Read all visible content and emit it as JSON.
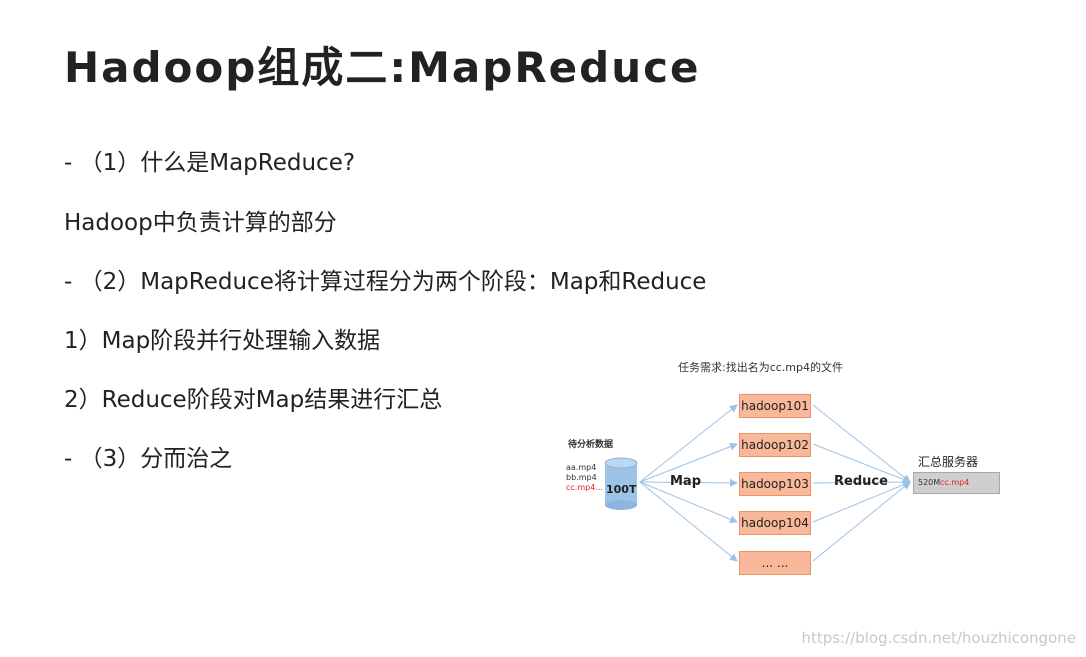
{
  "slide": {
    "title": "Hadoop组成二:MapReduce",
    "lines": [
      "- （1）什么是MapReduce?",
      "Hadoop中负责计算的部分",
      "- （2）MapReduce将计算过程分为两个阶段：Map和Reduce",
      "1）Map阶段并行处理输入数据",
      "2）Reduce阶段对Map结果进行汇总",
      "- （3）分而治之"
    ]
  },
  "diagram": {
    "task_label": "任务需求:找出名为cc.mp4的文件",
    "input_label": "待分析数据",
    "files": [
      "aa.mp4",
      "bb.mp4",
      "cc.mp4..."
    ],
    "db_label": "100T",
    "map_label": "Map",
    "reduce_label": "Reduce",
    "nodes": [
      "hadoop101",
      "hadoop102",
      "hadoop103",
      "hadoop104",
      "... ..."
    ],
    "server_label": "汇总服务器",
    "result_size": "520M",
    "result_file": "cc.mp4",
    "colors": {
      "node_fill": "#f9b899",
      "arrow": "#9cc3e6",
      "highlight_red": "#e02020",
      "db_fill": "#9dc3e6"
    }
  },
  "watermark": "https://blog.csdn.net/houzhicongone"
}
